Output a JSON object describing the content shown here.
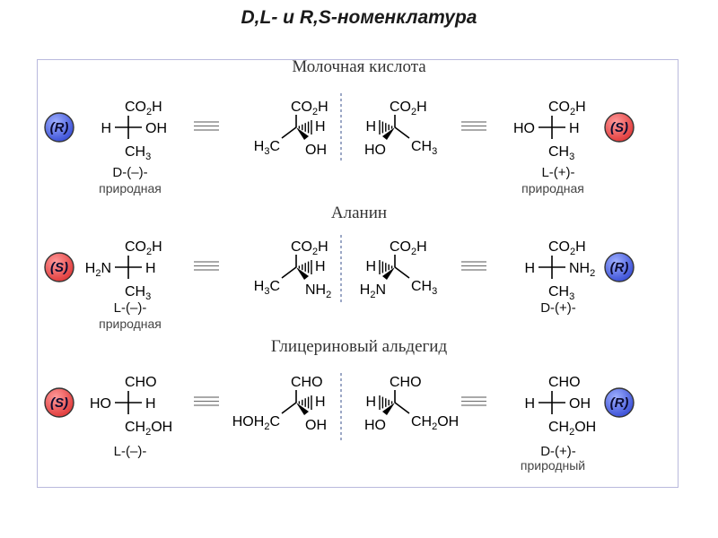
{
  "title": "D,L- и R,S-номенклатура",
  "colors": {
    "R": "#3a4fd6",
    "S": "#e03a3a",
    "panel_border": "#b9b9dd"
  },
  "sections": [
    {
      "name": "Молочная кислота",
      "left_badge": "(R)",
      "right_badge": "(S)",
      "fischer_left": {
        "top": "CO2H",
        "left": "H",
        "right": "OH",
        "bottom": "CH3"
      },
      "fischer_right": {
        "top": "CO2H",
        "left": "HO",
        "right": "H",
        "bottom": "CH3"
      },
      "wedge_left": {
        "top": "CO2H",
        "left": "H3C",
        "hashed": "H",
        "wedge": "OH"
      },
      "wedge_right": {
        "top": "CO2H",
        "right": "CH3",
        "hashed": "H",
        "wedge": "HO"
      },
      "left_label": "D-(–)-",
      "left_caption": "природная",
      "right_label": "L-(+)-",
      "right_caption": "природная"
    },
    {
      "name": "Аланин",
      "left_badge": "(S)",
      "right_badge": "(R)",
      "fischer_left": {
        "top": "CO2H",
        "left": "H2N",
        "right": "H",
        "bottom": "CH3"
      },
      "fischer_right": {
        "top": "CO2H",
        "left": "H",
        "right": "NH2",
        "bottom": "CH3"
      },
      "wedge_left": {
        "top": "CO2H",
        "left": "H3C",
        "hashed": "H",
        "wedge": "NH2"
      },
      "wedge_right": {
        "top": "CO2H",
        "right": "CH3",
        "hashed": "H",
        "wedge": "H2N"
      },
      "left_label": "L-(–)-",
      "left_caption": "природная",
      "right_label": "D-(+)-",
      "right_caption": ""
    },
    {
      "name": "Глицериновый альдегид",
      "left_badge": "(S)",
      "right_badge": "(R)",
      "fischer_left": {
        "top": "CHO",
        "left": "HO",
        "right": "H",
        "bottom": "CH2OH"
      },
      "fischer_right": {
        "top": "CHO",
        "left": "H",
        "right": "OH",
        "bottom": "CH2OH"
      },
      "wedge_left": {
        "top": "CHO",
        "left": "HOH2C",
        "hashed": "H",
        "wedge": "OH"
      },
      "wedge_right": {
        "top": "CHO",
        "right": "CH2OH",
        "hashed": "H",
        "wedge": "HO"
      },
      "left_label": "L-(–)-",
      "left_caption": "",
      "right_label": "D-(+)-",
      "right_caption": "природный"
    }
  ]
}
